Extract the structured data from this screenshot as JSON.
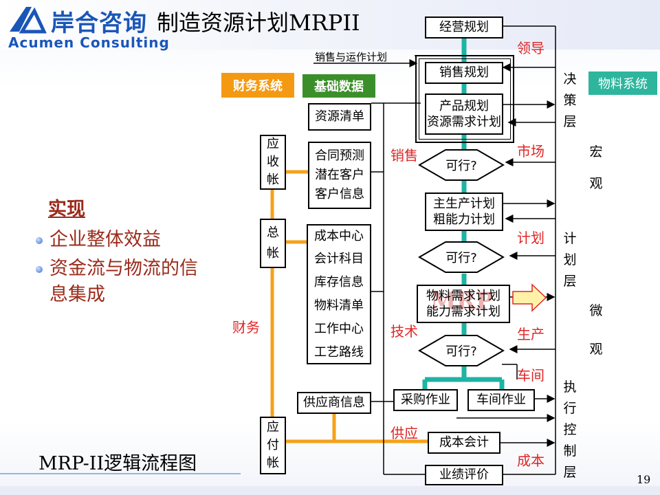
{
  "header": {
    "logo_cn": "岸合咨询",
    "logo_en": "Acumen Consulting",
    "title": "制造资源计划MRPII"
  },
  "tags": {
    "finance_system": "财务系统",
    "base_data": "基础数据",
    "material_system": "物料系统"
  },
  "flow": {
    "business_plan": "经营规划",
    "sales_ops_plan": "销售与运作计划",
    "sales_plan": "销售规划",
    "product_plan": "产品规划",
    "resource_req_plan": "资源需求计划",
    "feasible_1": "可行?",
    "mps": "主生产计划",
    "rccp": "粗能力计划",
    "feasible_2": "可行?",
    "mrp_1": "物料需求计划",
    "crp": "能力需求计划",
    "mrp_watermark": "MRP",
    "feasible_3": "可行?",
    "purchasing": "采购作业",
    "shop_floor": "车间作业",
    "cost_accounting": "成本会计",
    "performance": "业绩评价"
  },
  "base_data": {
    "resource_list": "资源清单",
    "contract_forecast": "合同预测",
    "potential_customer": "潜在客户",
    "customer_info": "客户信息",
    "cost_center": "成本中心",
    "accounting_subject": "会计科目",
    "inventory_info": "库存信息",
    "bom": "物料清单",
    "work_center": "工作中心",
    "routing": "工艺路线",
    "supplier_info": "供应商信息"
  },
  "finance": {
    "receivable": "应收帐",
    "general_ledger": "总帐",
    "payable": "应付帐",
    "finance_label": "财务"
  },
  "labels_red": {
    "leader": "领导",
    "market": "市场",
    "sales": "销售",
    "plan": "计划",
    "technology": "技术",
    "production": "生产",
    "workshop": "车间",
    "supply": "供应",
    "cost": "成本"
  },
  "levels": {
    "decision": "决策层",
    "plan": "计划层",
    "execution": "执行控制层",
    "macro": "宏观",
    "micro": "微观"
  },
  "left_text": {
    "section_title": "实现",
    "bullet_1": "企业整体效益",
    "bullet_2": "资金流与物流的信息集成"
  },
  "footer": {
    "diagram_title": "MRP-II逻辑流程图",
    "page_number": "19"
  }
}
